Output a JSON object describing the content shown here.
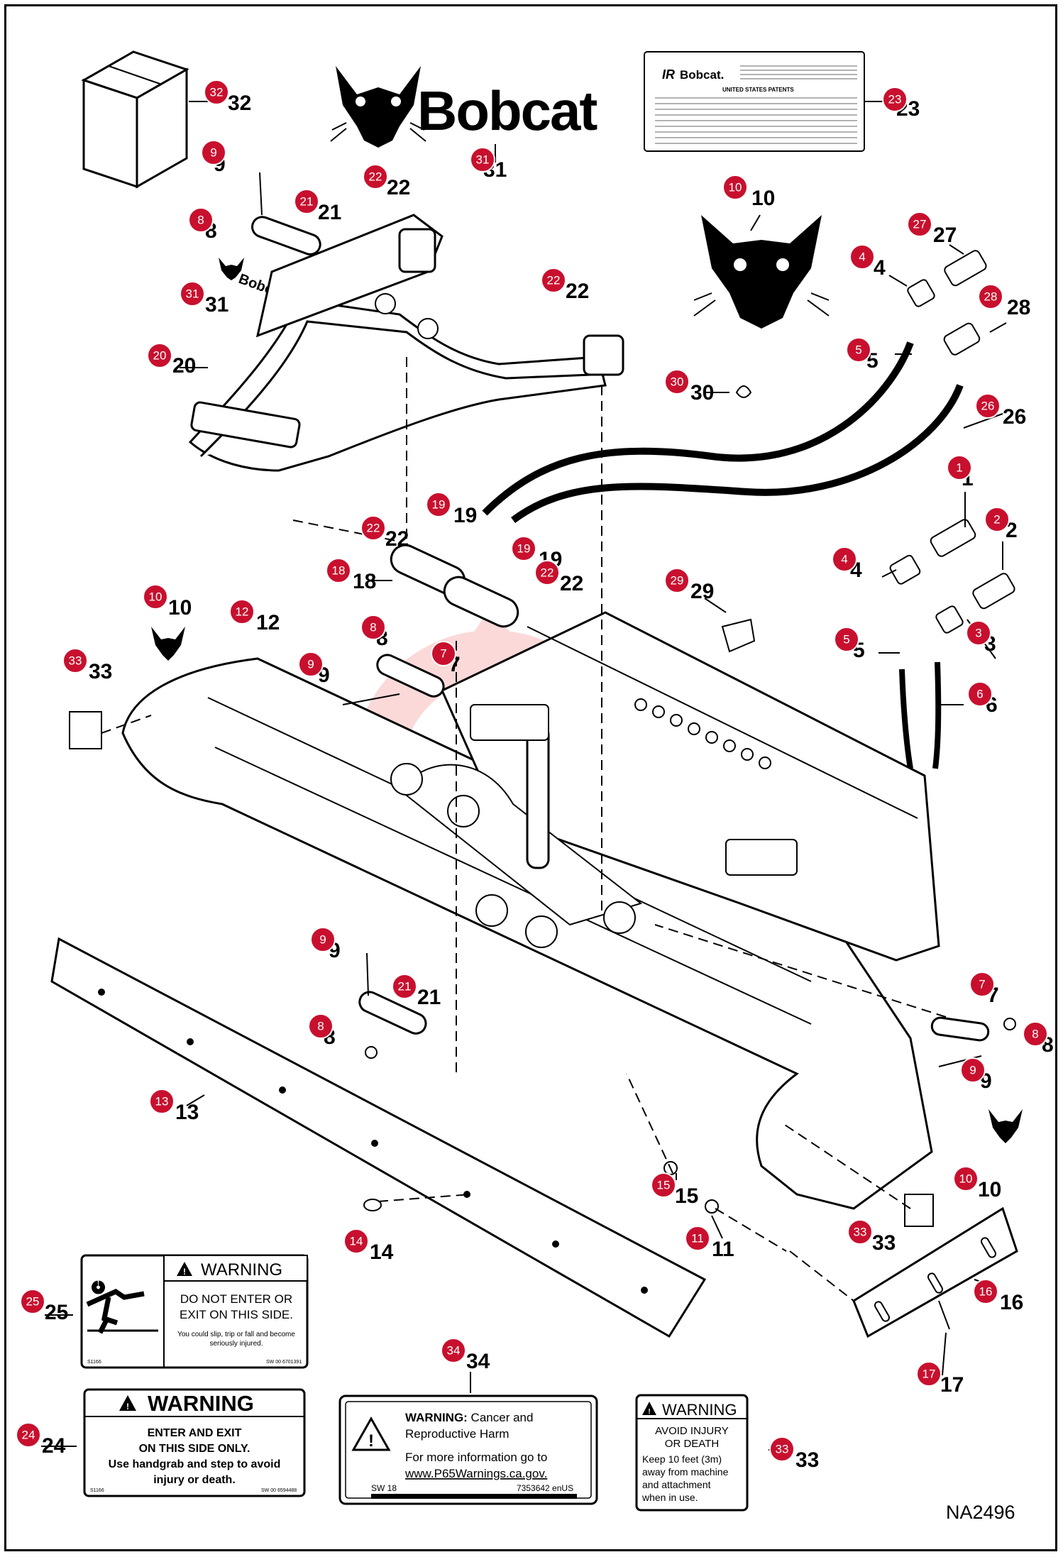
{
  "diagram_id": "NA2496",
  "brand": {
    "name": "Bobcat",
    "small_logo_text": "Bobcat"
  },
  "patent_decal": {
    "brand": "Bobcat.",
    "title": "UNITED STATES PATENTS"
  },
  "callouts": [
    {
      "n": "32",
      "badge": [
        302,
        127
      ],
      "label": [
        318,
        152
      ]
    },
    {
      "n": "31",
      "badge": [
        677,
        222
      ],
      "label": [
        678,
        246
      ]
    },
    {
      "n": "23",
      "badge": [
        1258,
        137
      ],
      "label": [
        1260,
        160
      ]
    },
    {
      "n": "9",
      "badge": [
        298,
        212
      ],
      "label": [
        298,
        238
      ]
    },
    {
      "n": "22",
      "badge": [
        526,
        246
      ],
      "label": [
        542,
        271
      ]
    },
    {
      "n": "21",
      "badge": [
        429,
        281
      ],
      "label": [
        445,
        306
      ]
    },
    {
      "n": "8",
      "badge": [
        280,
        307
      ],
      "label": [
        286,
        332
      ]
    },
    {
      "n": "10",
      "badge": [
        1033,
        261
      ],
      "label": [
        1056,
        286
      ]
    },
    {
      "n": "27",
      "badge": [
        1293,
        313
      ],
      "label": [
        1312,
        338
      ]
    },
    {
      "n": "22",
      "badge": [
        777,
        392
      ],
      "label": [
        794,
        417
      ]
    },
    {
      "n": "31",
      "badge": [
        268,
        411
      ],
      "label": [
        286,
        436
      ]
    },
    {
      "n": "4",
      "badge": [
        1212,
        359
      ],
      "label": [
        1228,
        384
      ]
    },
    {
      "n": "28",
      "badge": [
        1393,
        415
      ],
      "label": [
        1416,
        440
      ]
    },
    {
      "n": "20",
      "badge": [
        222,
        498
      ],
      "label": [
        240,
        522
      ]
    },
    {
      "n": "5",
      "badge": [
        1207,
        490
      ],
      "label": [
        1218,
        515
      ]
    },
    {
      "n": "30",
      "badge": [
        951,
        535
      ],
      "label": [
        970,
        560
      ]
    },
    {
      "n": "26",
      "badge": [
        1389,
        569
      ],
      "label": [
        1410,
        594
      ]
    },
    {
      "n": "1",
      "badge": [
        1349,
        656
      ],
      "label": [
        1352,
        681
      ]
    },
    {
      "n": "19",
      "badge": [
        615,
        708
      ],
      "label": [
        636,
        733
      ]
    },
    {
      "n": "2",
      "badge": [
        1402,
        729
      ],
      "label": [
        1414,
        754
      ]
    },
    {
      "n": "22",
      "badge": [
        523,
        741
      ],
      "label": [
        540,
        766
      ]
    },
    {
      "n": "19",
      "badge": [
        735,
        770
      ],
      "label": [
        756,
        795
      ]
    },
    {
      "n": "4",
      "badge": [
        1187,
        785
      ],
      "label": [
        1195,
        810
      ]
    },
    {
      "n": "18",
      "badge": [
        474,
        801
      ],
      "label": [
        494,
        826
      ]
    },
    {
      "n": "22",
      "badge": [
        768,
        804
      ],
      "label": [
        786,
        829
      ]
    },
    {
      "n": "29",
      "badge": [
        951,
        815
      ],
      "label": [
        970,
        840
      ]
    },
    {
      "n": "10",
      "badge": [
        216,
        838
      ],
      "label": [
        234,
        863
      ]
    },
    {
      "n": "12",
      "badge": [
        338,
        859
      ],
      "label": [
        358,
        884
      ]
    },
    {
      "n": "8",
      "badge": [
        523,
        881
      ],
      "label": [
        527,
        906
      ]
    },
    {
      "n": "3",
      "badge": [
        1376,
        889
      ],
      "label": [
        1384,
        914
      ]
    },
    {
      "n": "5",
      "badge": [
        1190,
        898
      ],
      "label": [
        1199,
        923
      ]
    },
    {
      "n": "7",
      "badge": [
        622,
        918
      ],
      "label": [
        629,
        943
      ]
    },
    {
      "n": "33",
      "badge": [
        103,
        928
      ],
      "label": [
        122,
        953
      ]
    },
    {
      "n": "9",
      "badge": [
        435,
        933
      ],
      "label": [
        445,
        958
      ]
    },
    {
      "n": "6",
      "badge": [
        1378,
        975
      ],
      "label": [
        1386,
        1000
      ]
    },
    {
      "n": "9",
      "badge": [
        452,
        1321
      ],
      "label": [
        460,
        1346
      ]
    },
    {
      "n": "7",
      "badge": [
        1381,
        1384
      ],
      "label": [
        1388,
        1409
      ]
    },
    {
      "n": "21",
      "badge": [
        567,
        1387
      ],
      "label": [
        585,
        1412
      ]
    },
    {
      "n": "8",
      "badge": [
        449,
        1443
      ],
      "label": [
        453,
        1468
      ]
    },
    {
      "n": "8",
      "badge": [
        1456,
        1454
      ],
      "label": [
        1465,
        1479
      ]
    },
    {
      "n": "9",
      "badge": [
        1368,
        1505
      ],
      "label": [
        1378,
        1530
      ]
    },
    {
      "n": "13",
      "badge": [
        225,
        1549
      ],
      "label": [
        244,
        1574
      ]
    },
    {
      "n": "15",
      "badge": [
        932,
        1667
      ],
      "label": [
        948,
        1692
      ]
    },
    {
      "n": "10",
      "badge": [
        1358,
        1658
      ],
      "label": [
        1375,
        1683
      ]
    },
    {
      "n": "33",
      "badge": [
        1209,
        1733
      ],
      "label": [
        1226,
        1758
      ]
    },
    {
      "n": "11",
      "badge": [
        980,
        1742
      ],
      "label": [
        1000,
        1767
      ]
    },
    {
      "n": "14",
      "badge": [
        499,
        1746
      ],
      "label": [
        518,
        1771
      ]
    },
    {
      "n": "25",
      "badge": [
        43,
        1831
      ],
      "label": [
        60,
        1856
      ]
    },
    {
      "n": "16",
      "badge": [
        1386,
        1817
      ],
      "label": [
        1406,
        1842
      ]
    },
    {
      "n": "34",
      "badge": [
        636,
        1900
      ],
      "label": [
        654,
        1925
      ]
    },
    {
      "n": "17",
      "badge": [
        1306,
        1933
      ],
      "label": [
        1322,
        1958
      ]
    },
    {
      "n": "24",
      "badge": [
        37,
        2019
      ],
      "label": [
        56,
        2044
      ]
    },
    {
      "n": "33",
      "badge": [
        1099,
        2039
      ],
      "label": [
        1118,
        2064
      ]
    }
  ],
  "decal_25": {
    "heading": "WARNING",
    "line1": "DO NOT ENTER OR",
    "line2": "EXIT ON THIS  SIDE.",
    "sub1": "You could slip, trip or fall and become",
    "sub2": "seriously injured.",
    "code_left": "S1166",
    "code_right": "SW 00  6701391"
  },
  "decal_24": {
    "heading": "WARNING",
    "line1": "ENTER AND EXIT",
    "line2": "ON THIS SIDE ONLY.",
    "line3": "Use handgrab and step to avoid",
    "line4": "injury or death.",
    "code_left": "S1166",
    "code_right": "SW 00  6594488"
  },
  "decal_34": {
    "heading_bold": "WARNING:",
    "heading_rest": " Cancer and",
    "heading2": "Reproductive Harm",
    "info1": "For more information go to",
    "info2": "www.P65Warnings.ca.gov.",
    "code_left": "SW 18",
    "code_right": "7353642 enUS"
  },
  "decal_33": {
    "heading": "WARNING",
    "line1": "AVOID INJURY",
    "line2": "OR DEATH",
    "line3": "Keep 10 feet (3m)",
    "line4": "away from machine",
    "line5": "and attachment",
    "line6": "when in use."
  }
}
